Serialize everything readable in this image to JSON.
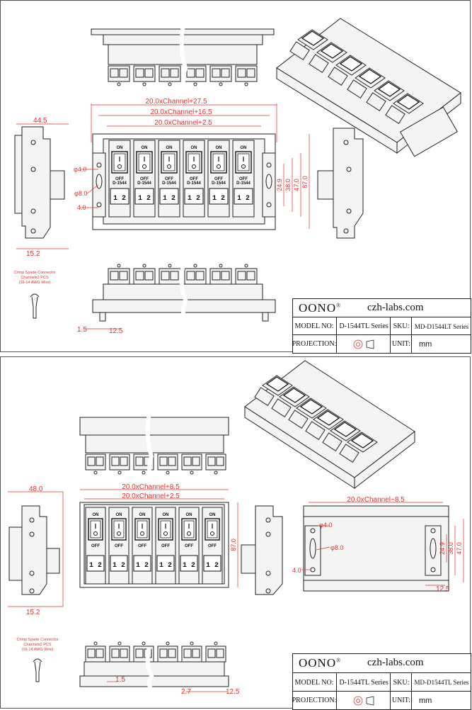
{
  "sheets": [
    {
      "dims": {
        "ch275": "20.0xChannel+27.5",
        "ch165": "20.0xChannel+16.5",
        "ch25": "20.0xChannel+2.5",
        "w445": "44.5",
        "d152": "15.2",
        "phi4": "φ4.0",
        "phi8": "φ8.0",
        "d4": "4.0",
        "h249": "24.9",
        "h380": "38.0",
        "h470": "47.0",
        "h870": "87.0",
        "b15": "1.5",
        "b125": "12.5"
      },
      "switch_on": "ON",
      "switch_off": "OFF",
      "switch_model": "D-1544",
      "terminal_labels": "1 2",
      "note": [
        "Crimp Spade Connector",
        "Channelx2 PCS",
        "(16-14 AWG Wire)"
      ],
      "title_block": {
        "brand": "OONO",
        "brand_mark": "®",
        "website": "czh-labs.com",
        "model_label": "MODEL NO:",
        "model_value": "D-1544TL Series",
        "sku_label": "SKU:",
        "sku_value": "MD-D1544LT Series",
        "projection_label": "PROJECTION:",
        "unit_label": "UNIT:",
        "unit_value": "mm"
      }
    },
    {
      "dims": {
        "ch85": "20.0xChannel+8.5",
        "ch25": "20.0xChannel+2.5",
        "chm85": "20.0xChannel−8.5",
        "w480": "48.0",
        "d152": "15.2",
        "h870": "87.0",
        "phi4": "φ4.0",
        "phi8": "φ8.0",
        "d4": "4.0",
        "h249": "24.9",
        "h380": "38.0",
        "h470": "47.0",
        "d125": "12.5",
        "b15": "1.5",
        "b27": "2.7",
        "b125": "12.5"
      },
      "switch_on": "ON",
      "switch_off": "OFF",
      "terminal_labels": "1 2",
      "note": [
        "Crimp Spade Connector",
        "Channelx2 PCS",
        "(16-14 AWG Wire)"
      ],
      "title_block": {
        "brand": "OONO",
        "brand_mark": "®",
        "website": "czh-labs.com",
        "model_label": "MODEL NO:",
        "model_value": "D-1544TL Series",
        "sku_label": "SKU:",
        "sku_value": "MD-D1544TL Series",
        "projection_label": "PROJECTION:",
        "unit_label": "UNIT:",
        "unit_value": "mm"
      }
    }
  ],
  "colors": {
    "dimension": "#e0302a",
    "outline": "#222222"
  }
}
